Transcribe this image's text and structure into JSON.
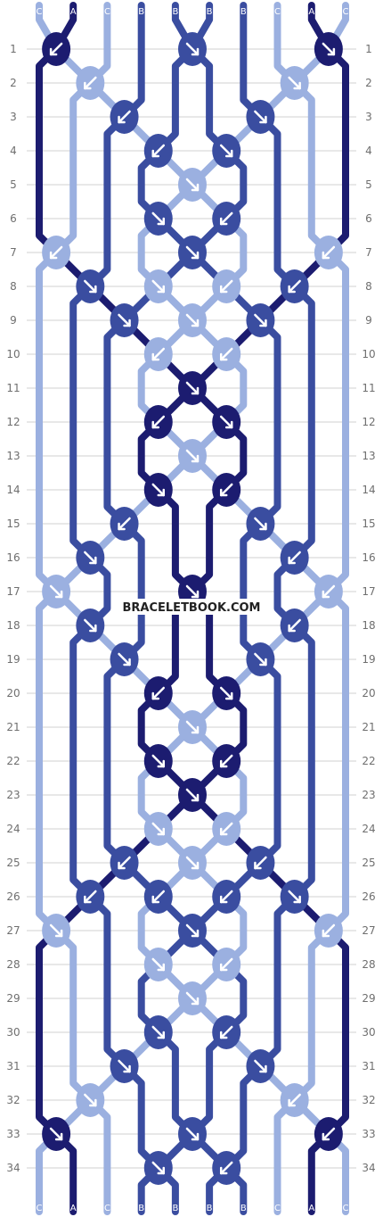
{
  "brand": {
    "text": "BRACELETBOOK.COM"
  },
  "colors": {
    "A": "#1c1c70",
    "B": "#3a4da0",
    "C": "#9bb0e0",
    "gridline": "#d0d0d0",
    "arrow": "#ffffff"
  },
  "strings": {
    "start": [
      "C",
      "A",
      "C",
      "B",
      "B",
      "B",
      "B",
      "C",
      "A",
      "C"
    ],
    "end": [
      "C",
      "A",
      "C",
      "B",
      "B",
      "B",
      "B",
      "C",
      "A",
      "C"
    ]
  },
  "rows": [
    {
      "label": "1",
      "knots": [
        {
          "col": 1,
          "dir": "sw",
          "color": "A"
        },
        {
          "col": 5,
          "dir": "se",
          "color": "B"
        },
        {
          "col": 9,
          "dir": "se",
          "color": "A"
        }
      ]
    },
    {
      "label": "2",
      "knots": [
        {
          "col": 2,
          "dir": "sw",
          "color": "C"
        },
        {
          "col": 8,
          "dir": "se",
          "color": "C"
        }
      ]
    },
    {
      "label": "3",
      "knots": [
        {
          "col": 3,
          "dir": "sw",
          "color": "B"
        },
        {
          "col": 7,
          "dir": "se",
          "color": "B"
        }
      ]
    },
    {
      "label": "4",
      "knots": [
        {
          "col": 4,
          "dir": "sw",
          "color": "B"
        },
        {
          "col": 6,
          "dir": "se",
          "color": "B"
        }
      ]
    },
    {
      "label": "5",
      "knots": [
        {
          "col": 5,
          "dir": "se",
          "color": "C"
        }
      ]
    },
    {
      "label": "6",
      "knots": [
        {
          "col": 4,
          "dir": "se",
          "color": "B"
        },
        {
          "col": 6,
          "dir": "sw",
          "color": "B"
        }
      ]
    },
    {
      "label": "7",
      "knots": [
        {
          "col": 1,
          "dir": "sw",
          "color": "C"
        },
        {
          "col": 5,
          "dir": "se",
          "color": "B"
        },
        {
          "col": 9,
          "dir": "sw",
          "color": "C"
        }
      ]
    },
    {
      "label": "8",
      "knots": [
        {
          "col": 2,
          "dir": "se",
          "color": "B"
        },
        {
          "col": 4,
          "dir": "se",
          "color": "C"
        },
        {
          "col": 6,
          "dir": "sw",
          "color": "C"
        },
        {
          "col": 8,
          "dir": "sw",
          "color": "B"
        }
      ]
    },
    {
      "label": "9",
      "knots": [
        {
          "col": 3,
          "dir": "se",
          "color": "B"
        },
        {
          "col": 5,
          "dir": "se",
          "color": "C"
        },
        {
          "col": 7,
          "dir": "se",
          "color": "B"
        }
      ]
    },
    {
      "label": "10",
      "knots": [
        {
          "col": 4,
          "dir": "sw",
          "color": "C"
        },
        {
          "col": 6,
          "dir": "sw",
          "color": "C"
        }
      ]
    },
    {
      "label": "11",
      "knots": [
        {
          "col": 5,
          "dir": "se",
          "color": "A"
        }
      ]
    },
    {
      "label": "12",
      "knots": [
        {
          "col": 4,
          "dir": "sw",
          "color": "A"
        },
        {
          "col": 6,
          "dir": "se",
          "color": "A"
        }
      ]
    },
    {
      "label": "13",
      "knots": [
        {
          "col": 5,
          "dir": "se",
          "color": "C"
        }
      ]
    },
    {
      "label": "14",
      "knots": [
        {
          "col": 4,
          "dir": "se",
          "color": "A"
        },
        {
          "col": 6,
          "dir": "sw",
          "color": "A"
        }
      ]
    },
    {
      "label": "15",
      "knots": [
        {
          "col": 3,
          "dir": "sw",
          "color": "B"
        },
        {
          "col": 7,
          "dir": "se",
          "color": "B"
        }
      ]
    },
    {
      "label": "16",
      "knots": [
        {
          "col": 2,
          "dir": "se",
          "color": "B"
        },
        {
          "col": 8,
          "dir": "sw",
          "color": "B"
        }
      ]
    },
    {
      "label": "17",
      "knots": [
        {
          "col": 1,
          "dir": "se",
          "color": "C"
        },
        {
          "col": 5,
          "dir": "se",
          "color": "A"
        },
        {
          "col": 9,
          "dir": "sw",
          "color": "C"
        }
      ]
    },
    {
      "label": "18",
      "knots": [
        {
          "col": 2,
          "dir": "se",
          "color": "B"
        },
        {
          "col": 8,
          "dir": "sw",
          "color": "B"
        }
      ]
    },
    {
      "label": "19",
      "knots": [
        {
          "col": 3,
          "dir": "se",
          "color": "B"
        },
        {
          "col": 7,
          "dir": "se",
          "color": "B"
        }
      ]
    },
    {
      "label": "20",
      "knots": [
        {
          "col": 4,
          "dir": "sw",
          "color": "A"
        },
        {
          "col": 6,
          "dir": "se",
          "color": "A"
        }
      ]
    },
    {
      "label": "21",
      "knots": [
        {
          "col": 5,
          "dir": "se",
          "color": "C"
        }
      ]
    },
    {
      "label": "22",
      "knots": [
        {
          "col": 4,
          "dir": "se",
          "color": "A"
        },
        {
          "col": 6,
          "dir": "sw",
          "color": "A"
        }
      ]
    },
    {
      "label": "23",
      "knots": [
        {
          "col": 5,
          "dir": "se",
          "color": "A"
        }
      ]
    },
    {
      "label": "24",
      "knots": [
        {
          "col": 4,
          "dir": "se",
          "color": "C"
        },
        {
          "col": 6,
          "dir": "sw",
          "color": "C"
        }
      ]
    },
    {
      "label": "25",
      "knots": [
        {
          "col": 3,
          "dir": "sw",
          "color": "B"
        },
        {
          "col": 5,
          "dir": "se",
          "color": "C"
        },
        {
          "col": 7,
          "dir": "sw",
          "color": "B"
        }
      ]
    },
    {
      "label": "26",
      "knots": [
        {
          "col": 2,
          "dir": "sw",
          "color": "B"
        },
        {
          "col": 4,
          "dir": "sw",
          "color": "B"
        },
        {
          "col": 6,
          "dir": "sw",
          "color": "B"
        },
        {
          "col": 8,
          "dir": "se",
          "color": "B"
        }
      ]
    },
    {
      "label": "27",
      "knots": [
        {
          "col": 1,
          "dir": "se",
          "color": "C"
        },
        {
          "col": 5,
          "dir": "se",
          "color": "B"
        },
        {
          "col": 9,
          "dir": "sw",
          "color": "C"
        }
      ]
    },
    {
      "label": "28",
      "knots": [
        {
          "col": 4,
          "dir": "se",
          "color": "C"
        },
        {
          "col": 6,
          "dir": "sw",
          "color": "C"
        }
      ]
    },
    {
      "label": "29",
      "knots": [
        {
          "col": 5,
          "dir": "se",
          "color": "C"
        }
      ]
    },
    {
      "label": "30",
      "knots": [
        {
          "col": 4,
          "dir": "se",
          "color": "B"
        },
        {
          "col": 6,
          "dir": "sw",
          "color": "B"
        }
      ]
    },
    {
      "label": "31",
      "knots": [
        {
          "col": 3,
          "dir": "se",
          "color": "B"
        },
        {
          "col": 7,
          "dir": "se",
          "color": "B"
        }
      ]
    },
    {
      "label": "32",
      "knots": [
        {
          "col": 2,
          "dir": "se",
          "color": "C"
        },
        {
          "col": 8,
          "dir": "sw",
          "color": "C"
        }
      ]
    },
    {
      "label": "33",
      "knots": [
        {
          "col": 1,
          "dir": "se",
          "color": "A"
        },
        {
          "col": 5,
          "dir": "se",
          "color": "B"
        },
        {
          "col": 9,
          "dir": "sw",
          "color": "A"
        }
      ]
    },
    {
      "label": "34",
      "knots": [
        {
          "col": 4,
          "dir": "se",
          "color": "B"
        },
        {
          "col": 6,
          "dir": "sw",
          "color": "B"
        }
      ]
    }
  ]
}
